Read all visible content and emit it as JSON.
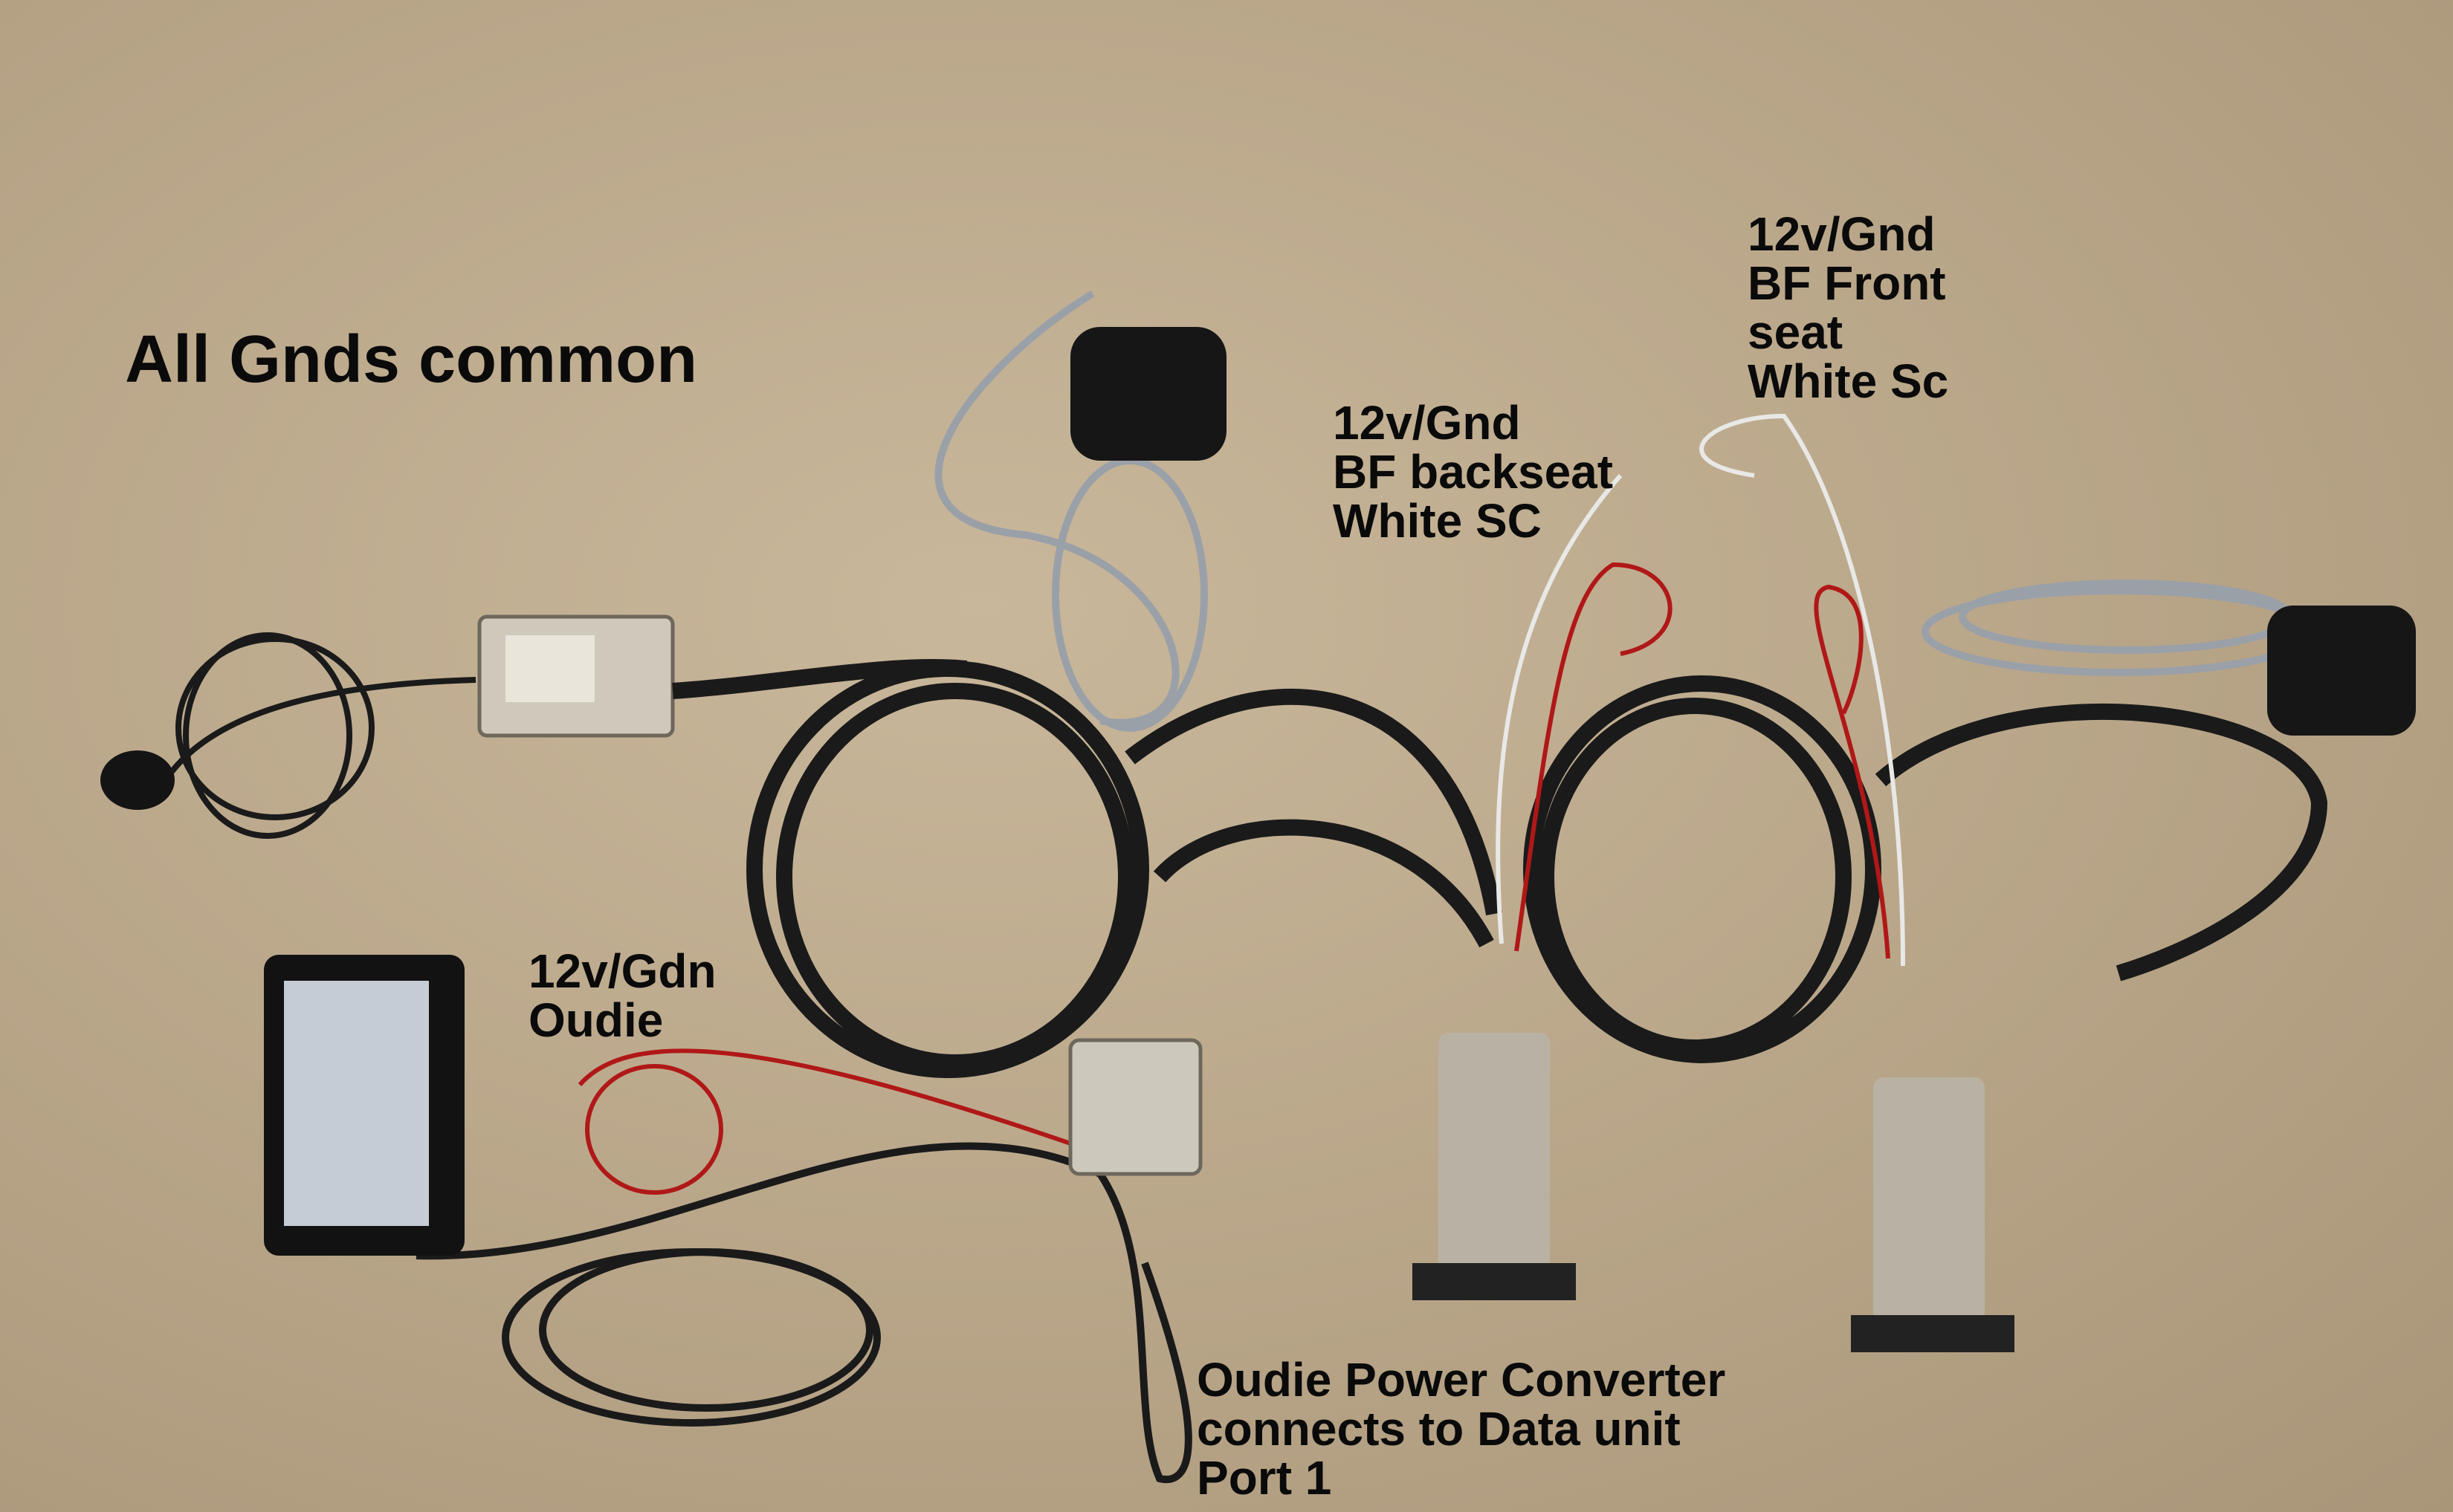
{
  "annotations": {
    "all_gnds": "All Gnds common",
    "backseat": "12v/Gnd\nBF backseat\nWhite SC",
    "frontseat": "12v/Gnd\nBF Front\nseat\nWhite Sc",
    "oudie_power": "12v/Gdn\nOudie",
    "converter": "Oudie Power Converter\nconnects to Data unit\nPort 1"
  },
  "colors": {
    "background": "#b8a588",
    "cable": "#1a1a1a",
    "grey_cable": "#9aa0a8",
    "red_wire": "#b01818",
    "metal": "#c9c4b8"
  }
}
